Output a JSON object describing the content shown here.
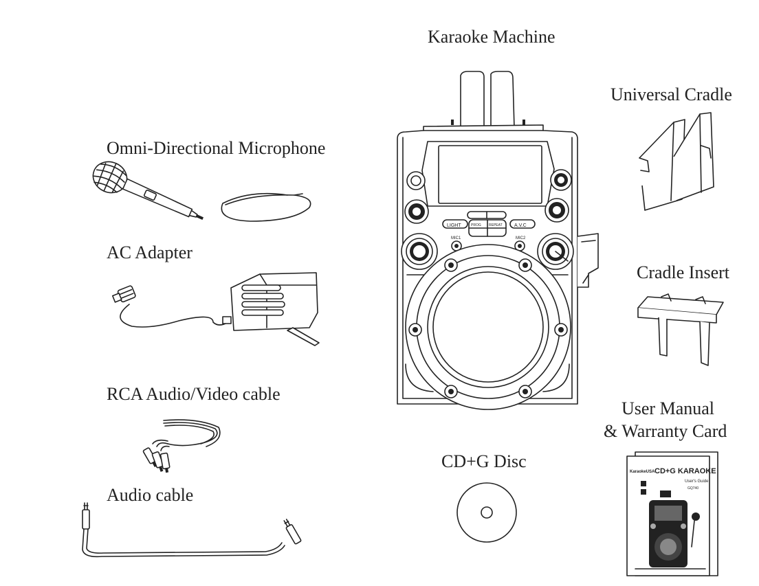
{
  "labels": {
    "karaoke_machine": "Karaoke Machine",
    "universal_cradle": "Universal Cradle",
    "microphone": "Omni-Directional Microphone",
    "ac_adapter": "AC Adapter",
    "cradle_insert": "Cradle Insert",
    "rca_cable": "RCA Audio/Video cable",
    "user_manual_line1": "User Manual",
    "user_manual_line2": "& Warranty Card",
    "cd_disc": "CD+G Disc",
    "audio_cable": "Audio cable"
  },
  "manual_cover": {
    "brand": "KaraokeUSA",
    "title": "CD+G KARAOKE",
    "subtitle": "User's Guide",
    "model": "GQ740"
  },
  "machine_panel": {
    "light": "LIGHT",
    "avc": "A.V.C",
    "mic1": "MIC1",
    "mic2": "MIC2",
    "prog": "PROG",
    "repeat": "REPEAT"
  }
}
